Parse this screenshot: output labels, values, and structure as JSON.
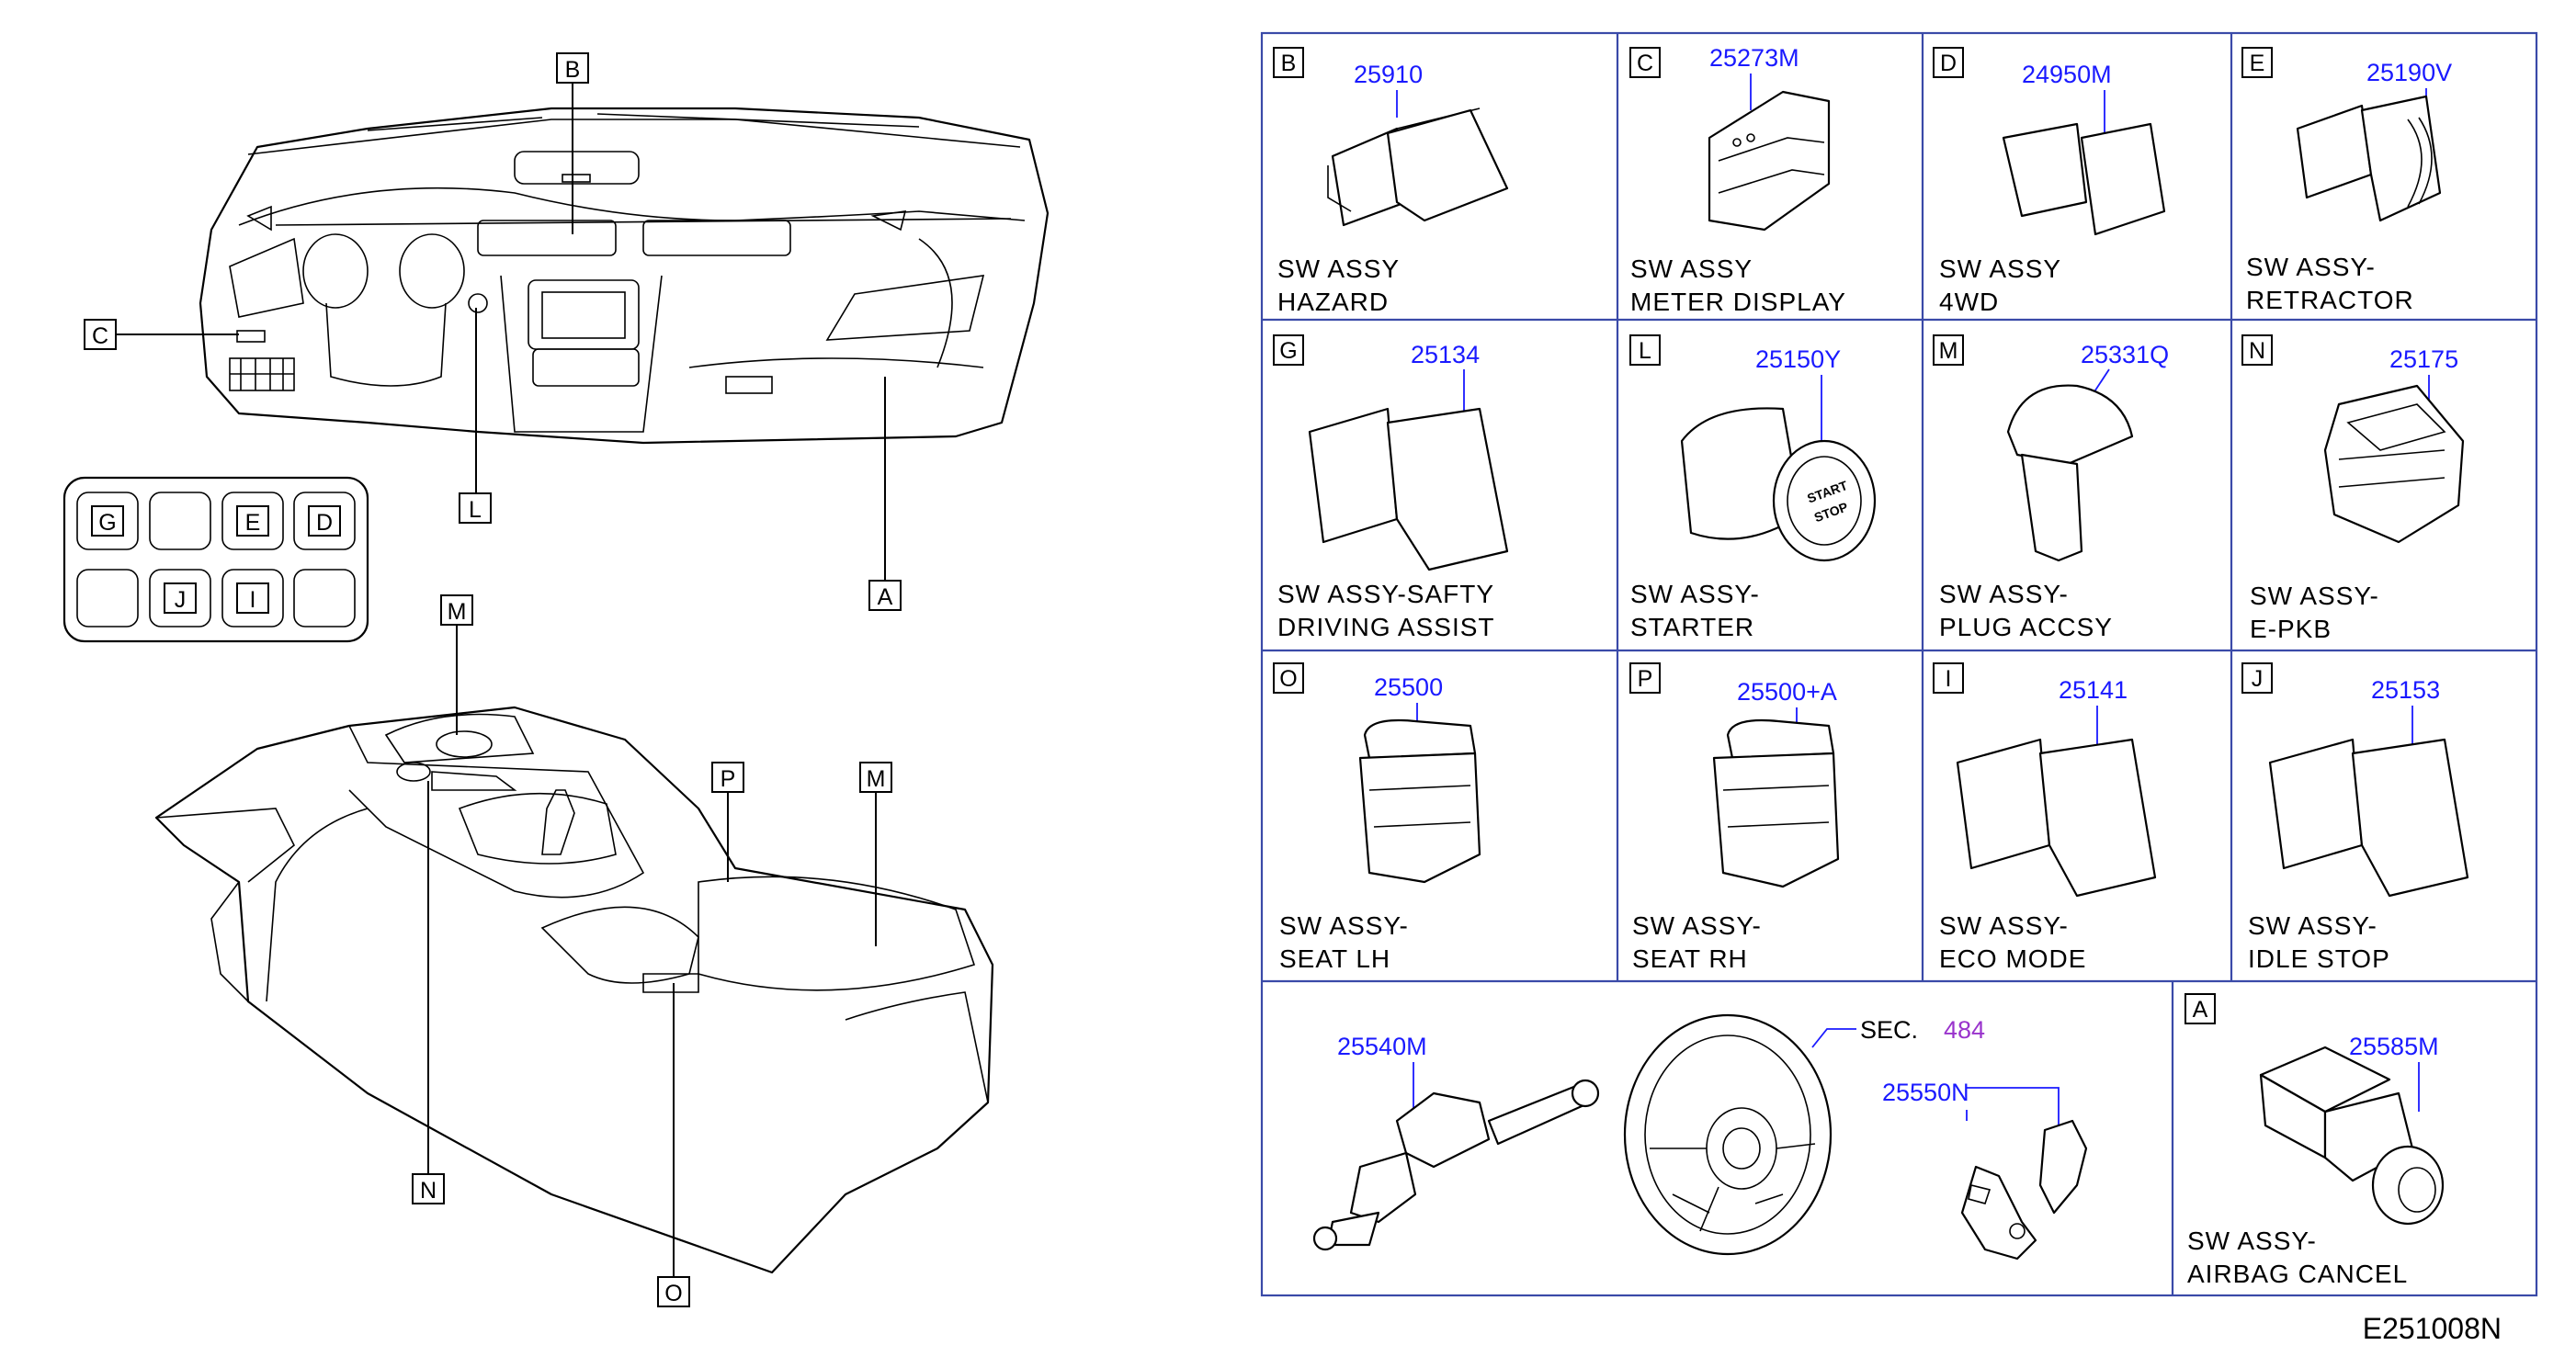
{
  "diagram_code": "E251008N",
  "callouts": {
    "B": "B",
    "C": "C",
    "L": "L",
    "A": "A",
    "M": "M",
    "N": "N",
    "O": "O",
    "P": "P"
  },
  "switch_panel": [
    "G",
    "",
    "E",
    "D",
    "",
    "J",
    "I",
    ""
  ],
  "cells": {
    "B": {
      "letter": "B",
      "part": "25910",
      "line1": "SW   ASSY",
      "line2": "HAZARD"
    },
    "C": {
      "letter": "C",
      "part": "25273M",
      "line1": "SW   ASSY",
      "line2": "METER   DISPLAY"
    },
    "D": {
      "letter": "D",
      "part": "24950M",
      "line1": "SW   ASSY",
      "line2": "4WD"
    },
    "E": {
      "letter": "E",
      "part": "25190V",
      "line1": "SW   ASSY-",
      "line2": "RETRACTOR"
    },
    "G": {
      "letter": "G",
      "part": "25134",
      "line1": "SW   ASSY-SAFTY",
      "line2": "DRIVING   ASSIST"
    },
    "L": {
      "letter": "L",
      "part": "25150Y",
      "line1": "SW   ASSY-",
      "line2": "STARTER",
      "button_text1": "START",
      "button_text2": "STOP"
    },
    "M": {
      "letter": "M",
      "part": "25331Q",
      "line1": "SW   ASSY-",
      "line2": "PLUG   ACCSY"
    },
    "N": {
      "letter": "N",
      "part": "25175",
      "line1": "SW   ASSY-",
      "line2": "E-PKB"
    },
    "O": {
      "letter": "O",
      "part": "25500",
      "line1": "SW   ASSY-",
      "line2": "SEAT   LH"
    },
    "P": {
      "letter": "P",
      "part": "25500+A",
      "line1": "SW   ASSY-",
      "line2": "SEAT   RH"
    },
    "I": {
      "letter": "I",
      "part": "25141",
      "line1": "SW   ASSY-",
      "line2": "ECO   MODE"
    },
    "J": {
      "letter": "J",
      "part": "25153",
      "line1": "SW   ASSY-",
      "line2": "IDLE   STOP"
    },
    "A": {
      "letter": "A",
      "part": "25585M",
      "line1": "SW   ASSY-",
      "line2": "AIRBAG   CANCEL"
    }
  },
  "bottom_row": {
    "combo_switch_part": "25540M",
    "steering_switch_part": "25550N",
    "sec_label": "SEC.",
    "sec_number": "484"
  }
}
